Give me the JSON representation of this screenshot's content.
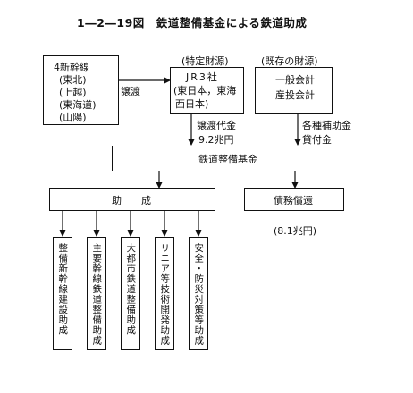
{
  "title": "1―2―19図　鉄道整備基金による鉄道助成",
  "shinkansen": {
    "lines": [
      "4新幹線",
      "(東北)",
      "(上越)",
      "(東海道)",
      "(山陽)"
    ]
  },
  "transfer_label": "譲渡",
  "special_source": {
    "header": "(特定財源)",
    "lines": [
      "JR3社",
      "(東日本，東海",
      "西日本)"
    ]
  },
  "existing_source": {
    "header": "(既存の財源)",
    "lines": [
      "一般会計",
      "産投会計"
    ]
  },
  "transfer_price": {
    "label": "譲渡代金",
    "amount": "9.2兆円"
  },
  "subsidy_loan": {
    "line1": "各種補助金",
    "line2": "貸付金"
  },
  "fund": "鉄道整備基金",
  "assistance": "助　　成",
  "debt_repayment": "債務償還",
  "debt_amount": "(8.1兆円)",
  "programs": [
    "整備新幹線建設助成",
    "主要幹線鉄道整備助成",
    "大都市鉄道整備助成",
    "リニア等技術開発助成",
    "安全・防災対策等助成"
  ]
}
